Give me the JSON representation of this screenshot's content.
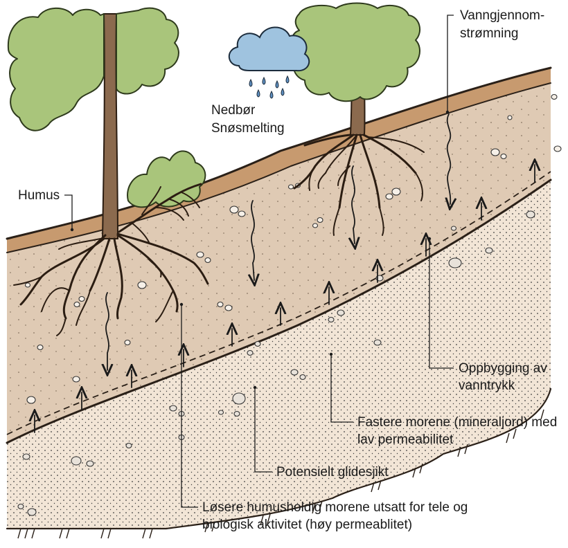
{
  "diagram": {
    "labels": {
      "vanngjennomstromning_1": "Vanngjennom-",
      "vanngjennomstromning_2": "strømning",
      "nedbor": "Nedbør",
      "snosmelting": "Snøsmelting",
      "humus": "Humus",
      "oppbygging_1": "Oppbygging av",
      "oppbygging_2": "vanntrykk",
      "fastere_1": "Fastere morene (mineraljord) med",
      "fastere_2": "lav permeabilitet",
      "glidesjikt": "Potensielt glidesjikt",
      "losere_1": "Løsere humusholdig morene utsatt for tele og",
      "losere_2": "biologisk aktivitet (høy permeablitet)"
    },
    "colors": {
      "foliage": "#a9c57b",
      "trunk": "#8b6a4e",
      "humus": "#c79a6f",
      "upper_moraine": "#dfcab4",
      "lower_moraine": "#f2e5d6",
      "cloud": "#9fc3df",
      "rain": "#5f8fc0"
    },
    "icons": [
      "rain-cloud-icon",
      "tree-icon"
    ]
  }
}
